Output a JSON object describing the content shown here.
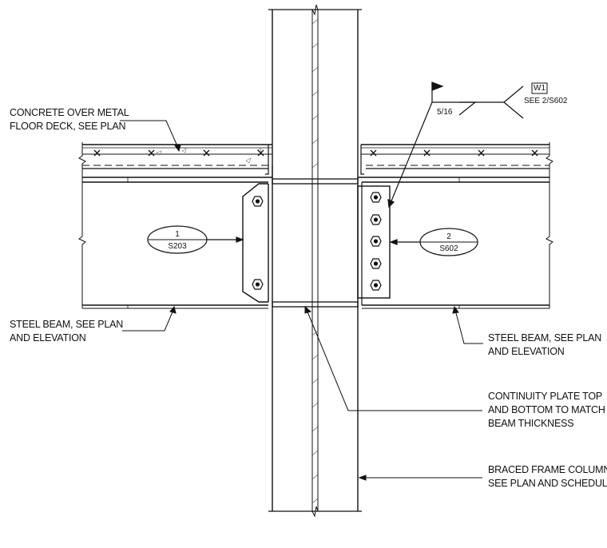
{
  "notes": {
    "concrete_deck": [
      "CONCRETE OVER METAL",
      "FLOOR DECK, SEE PLAN"
    ],
    "steel_beam_left": [
      "STEEL BEAM, SEE PLAN",
      "AND ELEVATION"
    ],
    "steel_beam_right": [
      "STEEL BEAM, SEE PLAN",
      "AND ELEVATION"
    ],
    "continuity_plate": [
      "CONTINUITY PLATE TOP",
      "AND BOTTOM TO MATCH",
      "BEAM THICKNESS"
    ],
    "braced_column": [
      "BRACED FRAME COLUMN,",
      "SEE PLAN AND SCHEDULE"
    ]
  },
  "weld_symbol": {
    "size": "5/16",
    "tag": "W1",
    "reference": "SEE 2/S602"
  },
  "section_tags": {
    "left": {
      "number": "1",
      "sheet": "S203"
    },
    "right": {
      "number": "2",
      "sheet": "S602"
    }
  }
}
